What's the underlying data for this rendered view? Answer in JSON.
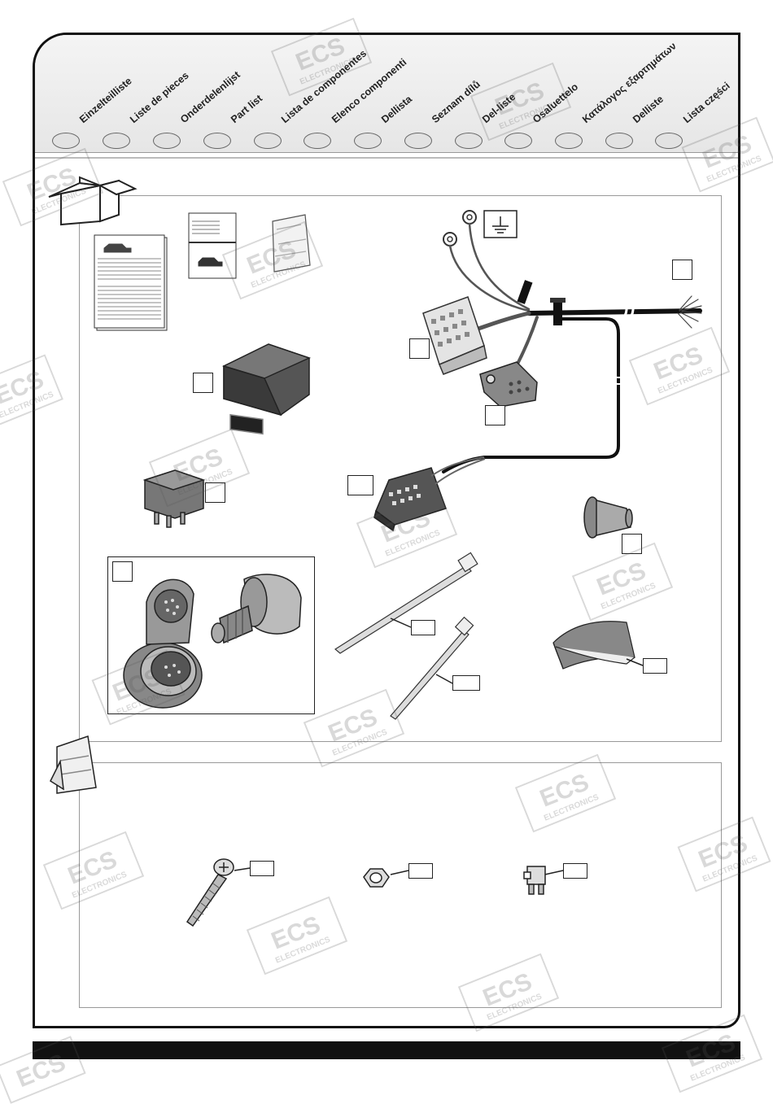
{
  "languages": [
    {
      "label": "Einzelteilliste"
    },
    {
      "label": "Liste de pieces"
    },
    {
      "label": "Onderdelenlijst"
    },
    {
      "label": "Part list"
    },
    {
      "label": "Lista de componentes"
    },
    {
      "label": "Elenco componenti"
    },
    {
      "label": "Dellista"
    },
    {
      "label": "Seznam dílů"
    },
    {
      "label": "Del-liste"
    },
    {
      "label": "Osaluettelo"
    },
    {
      "label": "Κατάλογος εξαρτημάτων"
    },
    {
      "label": "Delliste"
    },
    {
      "label": "Lista części"
    }
  ],
  "watermark": {
    "brand": "ECS",
    "sub": "ELECTRONICS"
  },
  "colors": {
    "frame": "#111111",
    "header": "#e8e8e8",
    "panel_border": "#999999"
  }
}
